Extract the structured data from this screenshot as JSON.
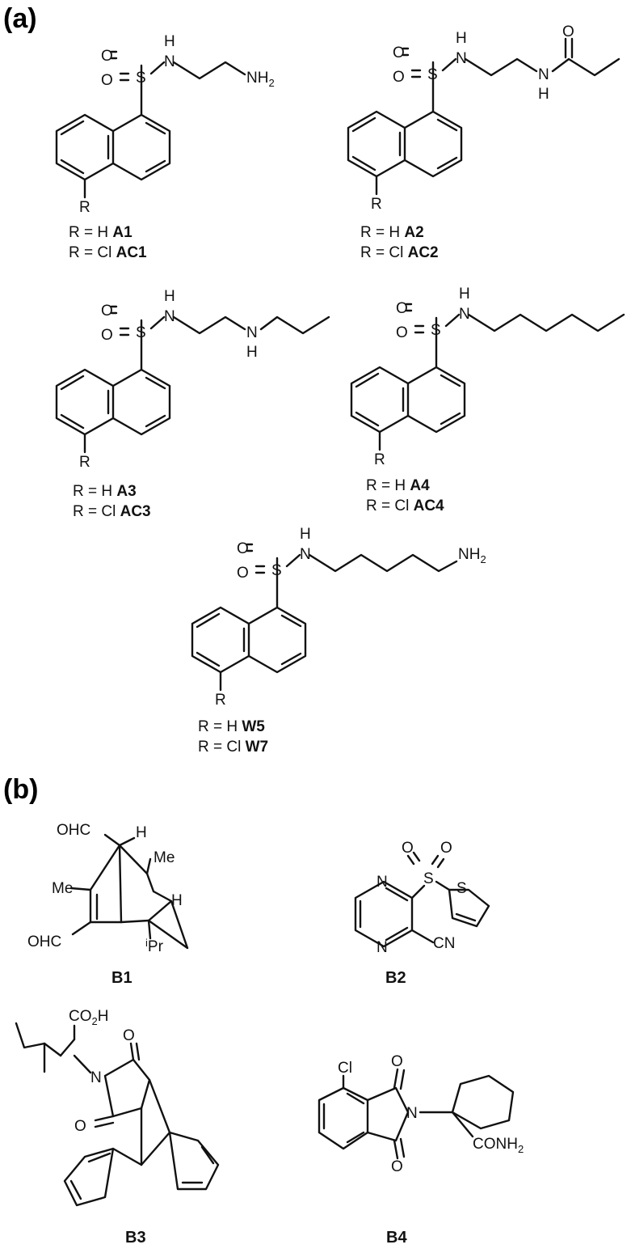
{
  "panels": {
    "a": "(a)",
    "b": "(b)"
  },
  "atoms": {
    "O": "O",
    "S": "S",
    "H": "H",
    "N": "N",
    "NH": "NH",
    "R": "R",
    "Cl": "Cl",
    "Me": "Me",
    "OHC": "OHC",
    "CN": "CN",
    "CO": "CO",
    "CONH": "CONH",
    "Pr": "Pr",
    "i": "i",
    "two": "2"
  },
  "compounds": {
    "A": [
      {
        "h_prefix": "R = H ",
        "h_code": "A1",
        "cl_prefix": "R = Cl ",
        "cl_code": "AC1"
      },
      {
        "h_prefix": "R = H ",
        "h_code": "A2",
        "cl_prefix": "R = Cl ",
        "cl_code": "AC2"
      },
      {
        "h_prefix": "R = H ",
        "h_code": "A3",
        "cl_prefix": "R = Cl ",
        "cl_code": "AC3"
      },
      {
        "h_prefix": "R = H ",
        "h_code": "A4",
        "cl_prefix": "R = Cl ",
        "cl_code": "AC4"
      },
      {
        "h_prefix": "R = H ",
        "h_code": "W5",
        "cl_prefix": "R = Cl ",
        "cl_code": "W7"
      }
    ],
    "B": [
      "B1",
      "B2",
      "B3",
      "B4"
    ]
  }
}
